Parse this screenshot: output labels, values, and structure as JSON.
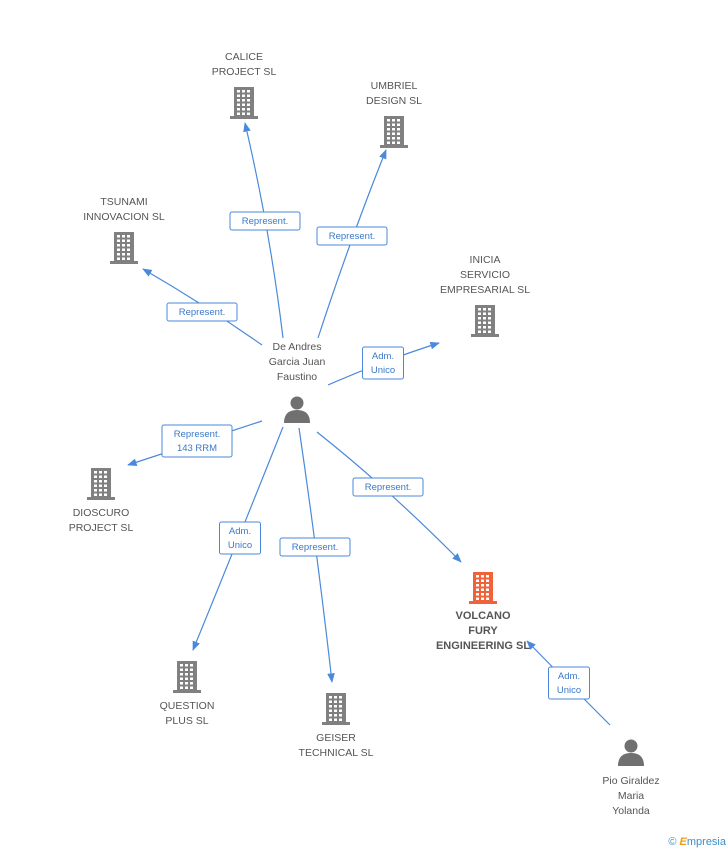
{
  "colors": {
    "edge": "#4a89dc",
    "company": "#808080",
    "highlight": "#f0623a",
    "person": "#707070"
  },
  "nodes": [
    {
      "id": "calice",
      "kind": "company",
      "lines": [
        "CALICE",
        "PROJECT SL"
      ]
    },
    {
      "id": "umbriel",
      "kind": "company",
      "lines": [
        "UMBRIEL",
        "DESIGN SL"
      ]
    },
    {
      "id": "tsunami",
      "kind": "company",
      "lines": [
        "TSUNAMI",
        "INNOVACION SL"
      ]
    },
    {
      "id": "inicia",
      "kind": "company",
      "lines": [
        "INICIA",
        "SERVICIO",
        "EMPRESARIAL SL"
      ]
    },
    {
      "id": "deandres",
      "kind": "person",
      "lines": [
        "De Andres",
        "Garcia Juan",
        "Faustino"
      ]
    },
    {
      "id": "dioscuro",
      "kind": "company",
      "lines": [
        "DIOSCURO",
        "PROJECT SL"
      ]
    },
    {
      "id": "volcano",
      "kind": "company-highlight",
      "lines": [
        "VOLCANO",
        "FURY",
        "ENGINEERING SL"
      ]
    },
    {
      "id": "question",
      "kind": "company",
      "lines": [
        "QUESTION",
        "PLUS SL"
      ]
    },
    {
      "id": "geiser",
      "kind": "company",
      "lines": [
        "GEISER",
        "TECHNICAL SL"
      ]
    },
    {
      "id": "pio",
      "kind": "person",
      "lines": [
        "Pio Giraldez",
        "Maria",
        "Yolanda"
      ]
    }
  ],
  "edges": [
    {
      "from": "deandres",
      "to": "calice",
      "lines": [
        "Represent."
      ]
    },
    {
      "from": "deandres",
      "to": "umbriel",
      "lines": [
        "Represent."
      ]
    },
    {
      "from": "deandres",
      "to": "tsunami",
      "lines": [
        "Represent."
      ]
    },
    {
      "from": "deandres",
      "to": "inicia",
      "lines": [
        "Adm.",
        "Unico"
      ]
    },
    {
      "from": "deandres",
      "to": "dioscuro",
      "lines": [
        "Represent.",
        "143 RRM"
      ]
    },
    {
      "from": "deandres",
      "to": "volcano",
      "lines": [
        "Represent."
      ]
    },
    {
      "from": "deandres",
      "to": "question",
      "lines": [
        "Adm.",
        "Unico"
      ]
    },
    {
      "from": "deandres",
      "to": "geiser",
      "lines": [
        "Represent."
      ]
    },
    {
      "from": "pio",
      "to": "volcano",
      "lines": [
        "Adm.",
        "Unico"
      ]
    }
  ],
  "brand": {
    "symbol": "©",
    "first": "E",
    "rest": "mpresia"
  }
}
